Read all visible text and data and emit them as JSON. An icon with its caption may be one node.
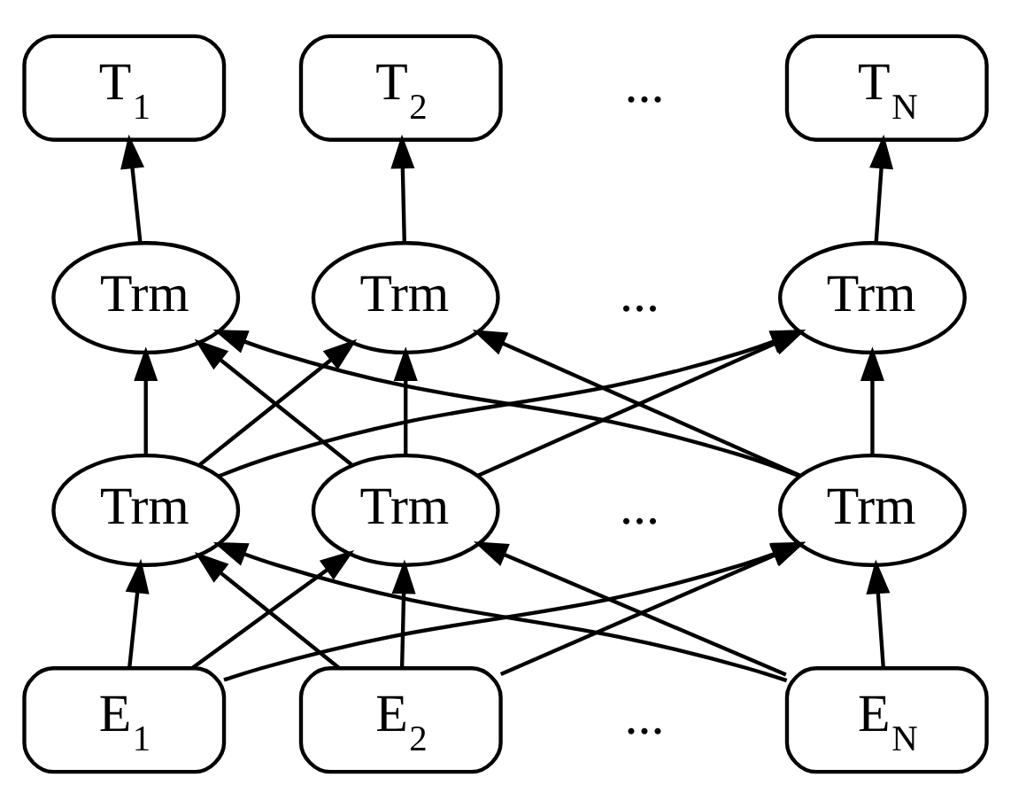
{
  "diagram": {
    "nodes": [
      {
        "text": [
          "T$_{1}$"
        ]
      },
      {
        "text": [
          "T$_{2}$"
        ]
      },
      {
        "text": [
          "T$_{N}$"
        ]
      },
      {
        "text": [
          "Trm"
        ]
      },
      {
        "text": [
          "Trm"
        ]
      },
      {
        "text": [
          "Trm"
        ]
      },
      {
        "text": [
          "Trm"
        ]
      },
      {
        "text": [
          "Trm"
        ]
      },
      {
        "text": [
          "Trm"
        ]
      },
      {
        "text": [
          "E$_{1}$"
        ]
      },
      {
        "text": [
          "E$_{2}$"
        ]
      },
      {
        "text": [
          "E$_{N}$"
        ]
      }
    ],
    "edges": [
      {
        "from": 3,
        "to": 0,
        "arrow": "to"
      },
      {
        "from": 4,
        "to": 1,
        "arrow": "to"
      },
      {
        "from": 5,
        "to": 2,
        "arrow": "to"
      },
      {
        "from": 6,
        "to": 3,
        "arrow": "to"
      },
      {
        "from": 6,
        "to": 4,
        "arrow": "to"
      },
      {
        "from": 6,
        "to": 5,
        "arrow": "to"
      },
      {
        "from": 7,
        "to": 3,
        "arrow": "to"
      },
      {
        "from": 7,
        "to": 4,
        "arrow": "to"
      },
      {
        "from": 7,
        "to": 5,
        "arrow": "to"
      },
      {
        "from": 8,
        "to": 3,
        "arrow": "to"
      },
      {
        "from": 8,
        "to": 4,
        "arrow": "to"
      },
      {
        "from": 8,
        "to": 5,
        "arrow": "to"
      },
      {
        "from": 9,
        "to": 6,
        "arrow": "to"
      },
      {
        "from": 9,
        "to": 7,
        "arrow": "to"
      },
      {
        "from": 9,
        "to": 8,
        "arrow": "to"
      },
      {
        "from": 10,
        "to": 6,
        "arrow": "to"
      },
      {
        "from": 10,
        "to": 7,
        "arrow": "to"
      },
      {
        "from": 10,
        "to": 8,
        "arrow": "to"
      },
      {
        "from": 11,
        "to": 6,
        "arrow": "to"
      },
      {
        "from": 11,
        "to": 7,
        "arrow": "to"
      },
      {
        "from": 11,
        "to": 8,
        "arrow": "to"
      }
    ],
    "labels": [
      "...",
      "...",
      "...",
      "..."
    ]
  }
}
